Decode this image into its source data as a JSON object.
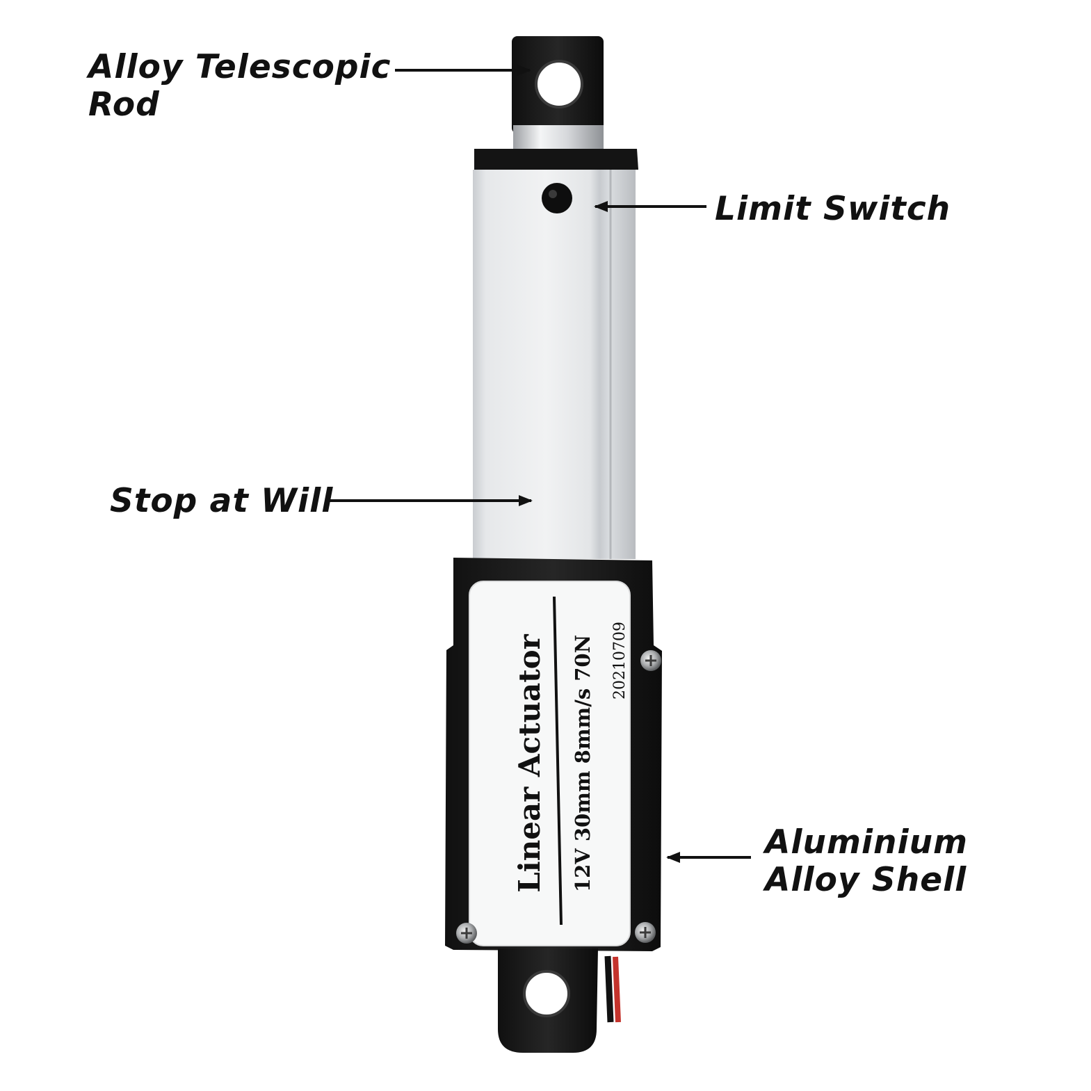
{
  "callouts": {
    "rod_line1": "Alloy Telescopic",
    "rod_line2": "Rod",
    "limit_switch": "Limit Switch",
    "stop_at_will": "Stop at Will",
    "shell_line1": "Aluminium",
    "shell_line2": "Alloy Shell"
  },
  "product_label": {
    "title": "Linear Actuator",
    "spec": "12V 30mm 8mm/s 70N",
    "code": "20210709"
  },
  "colors": {
    "ink": "#111111",
    "body_black": "#1b1b1b",
    "tube_silver": "#e9ebed",
    "label_white": "#f7f8f8"
  }
}
